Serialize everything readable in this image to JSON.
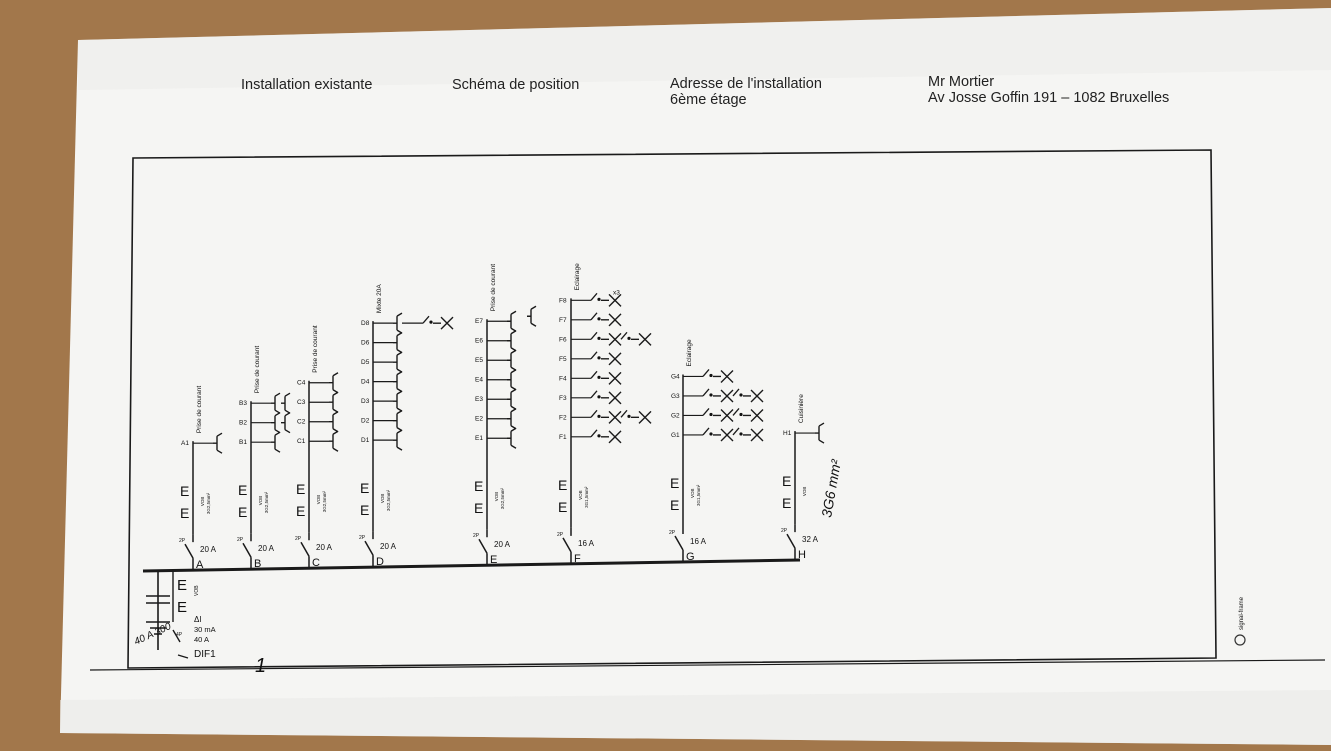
{
  "header": {
    "col1": "Installation existante",
    "col2": "Schéma de position",
    "col3_line1": "Adresse de l'installation",
    "col3_line2_sup": "6ème",
    "col3_line2_rest": " étage",
    "col4_line1": "Mr Mortier",
    "col4_line2": "Av Josse Goffin 191  – 1082 Bruxelles"
  },
  "main_feed": {
    "symbol": "E",
    "cable": "VOB",
    "sensitivity": "30 mA",
    "rating": "40 A",
    "label": "DIF1",
    "diff_symbol": "ΔI",
    "poles": "4P",
    "handwritten": "40 A 300"
  },
  "circuits": [
    {
      "id": "A",
      "breaker": "20 A",
      "poles": "2P",
      "cable_type": "VOB",
      "cable_section": "3G2,5mm²",
      "title": "Prise de courant",
      "points": [
        "A1"
      ],
      "fixture": "socket"
    },
    {
      "id": "B",
      "breaker": "20 A",
      "poles": "2P",
      "cable_type": "VOB",
      "cable_section": "3G2,5mm²",
      "title": "Prise de courant",
      "points": [
        "B1",
        "B2",
        "B3"
      ],
      "fixture": "socket"
    },
    {
      "id": "C",
      "breaker": "20 A",
      "poles": "2P",
      "cable_type": "VOB",
      "cable_section": "3G2,5mm²",
      "title": "Prise de courant",
      "points": [
        "C1",
        "C2",
        "C3",
        "C4"
      ],
      "fixture": "socket"
    },
    {
      "id": "D",
      "breaker": "20 A",
      "poles": "2P",
      "cable_type": "VOB",
      "cable_section": "3G2,5mm²",
      "title": "Mixte 20A",
      "points": [
        "D1",
        "D2",
        "D3",
        "D4",
        "D5",
        "D6",
        "D8"
      ],
      "fixture": "socket"
    },
    {
      "id": "E",
      "breaker": "20 A",
      "poles": "2P",
      "cable_type": "VOB",
      "cable_section": "3G2,5mm²",
      "title": "Prise de courant",
      "points": [
        "E1",
        "E2",
        "E3",
        "E4",
        "E5",
        "E6",
        "E7"
      ],
      "fixture": "socket"
    },
    {
      "id": "F",
      "breaker": "16 A",
      "poles": "2P",
      "cable_type": "VOB",
      "cable_section": "3G1,5mm²",
      "title": "Eclairage",
      "points": [
        "F1",
        "F2",
        "F3",
        "F4",
        "F5",
        "F6",
        "F7",
        "F8"
      ],
      "fixture": "light",
      "note": "x3"
    },
    {
      "id": "G",
      "breaker": "16 A",
      "poles": "2P",
      "cable_type": "VOB",
      "cable_section": "3G1,5mm²",
      "title": "Eclairage",
      "points": [
        "G1",
        "G2",
        "G3",
        "G4"
      ],
      "fixture": "light"
    },
    {
      "id": "H",
      "breaker": "32 A",
      "poles": "2P",
      "cable_type": "VOB",
      "cable_section": "",
      "title": "Cuisinière",
      "points": [
        "H1"
      ],
      "fixture": "socket",
      "handwritten_section": "3G6 mm²"
    }
  ],
  "misc": {
    "handwritten_mark": "1",
    "stamp_text": "signal-frame",
    "colors": {
      "paper": "#f4f4f2",
      "wood": "#a2774b",
      "ink": "#1a1a1a"
    }
  }
}
